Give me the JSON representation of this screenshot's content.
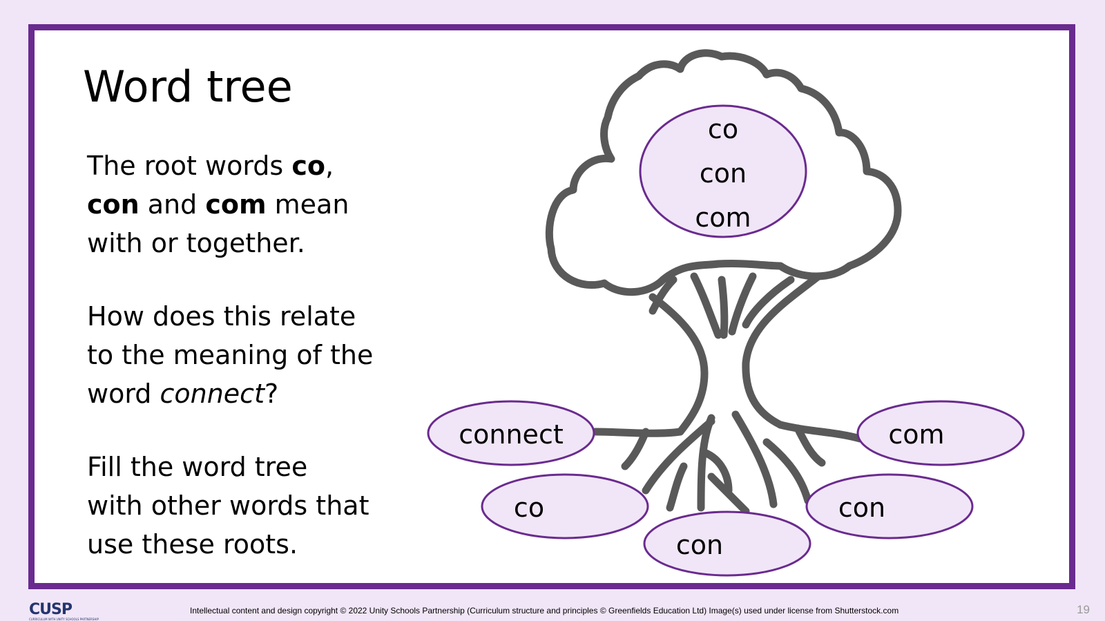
{
  "title": "Word tree",
  "paragraphs": {
    "p1": [
      "The root words ",
      "co",
      ",",
      "con",
      " and ",
      "com",
      " mean",
      "with or together."
    ],
    "p2": [
      "How does this relate",
      "to the meaning of the",
      "word ",
      "connect",
      "?"
    ],
    "p3": [
      "Fill the word tree",
      "with other words that",
      "use these roots."
    ]
  },
  "tree": {
    "crown_roots": [
      "co",
      "con",
      "com"
    ],
    "ovals": {
      "connect": "connect",
      "co": "co",
      "con_bottom": "con",
      "con_right": "con",
      "com": "com"
    }
  },
  "footer": {
    "logo": "CUSP",
    "logo_sub": "CURRICULUM WITH UNITY SCHOOLS PARTNERSHIP",
    "copyright": "Intellectual content and design copyright © 2022 Unity Schools Partnership (Curriculum structure and principles © Greenfields Education Ltd) Image(s) used under license from Shutterstock.com",
    "page_number": "19"
  },
  "colors": {
    "frame": "#6a2b8f",
    "oval_fill": "#f1e6f7",
    "tree_stroke": "#595959",
    "background": "#f1e6f7"
  }
}
